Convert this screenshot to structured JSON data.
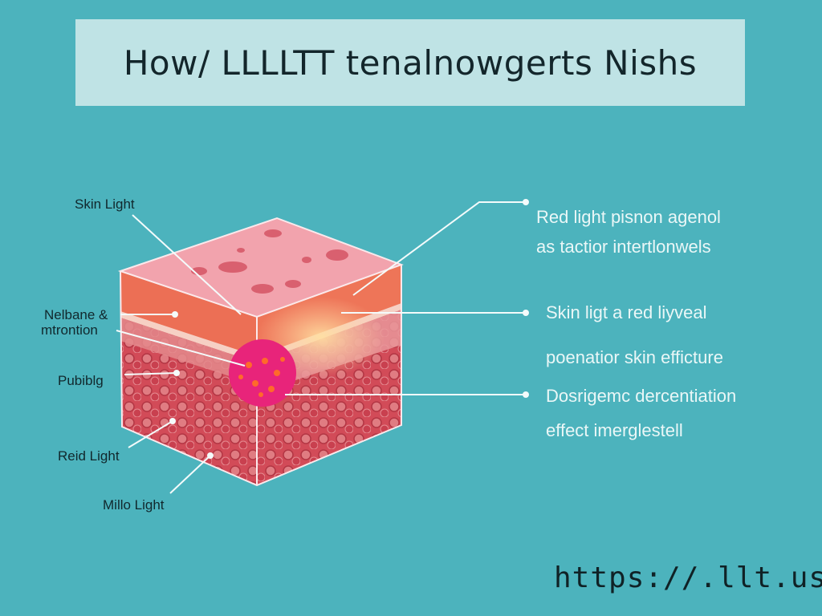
{
  "title": "How/ LLLLTT tenalnowgerts Nishs",
  "left_labels": [
    "Skin Light",
    "Nelbane &",
    "mtrontion",
    "Pubiblg",
    "Reid Light",
    "Millo Light"
  ],
  "right_labels": [
    "Red light pisnon agenol",
    "as tactior intertlonwels",
    "Skin ligt a red liyveal",
    "poenatior skin efficture",
    "Dosrigemc dercentiation",
    "effect imerglestell"
  ],
  "url": "https://.llt.us",
  "colors": {
    "background": "#4cb3bd",
    "title_box": "#bfe3e5",
    "skin_top": "#f2a3ad",
    "epidermis": "#ec6f55",
    "dermis": "#d9545e",
    "hotspot": "#e8247a"
  }
}
